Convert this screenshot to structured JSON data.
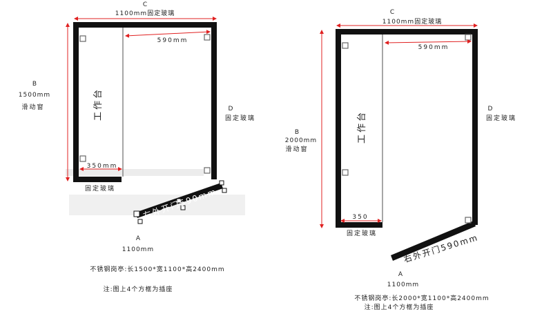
{
  "colors": {
    "wall": "#111111",
    "dimension": "#e02020",
    "glass": "#888888",
    "text": "#222222",
    "haze": "#ececec"
  },
  "left_plan": {
    "label_c": "C",
    "dim_c": "1100mm固定玻璃",
    "label_b": "B",
    "dim_b": "1500mm",
    "b_desc": "滑动窗",
    "label_d": "D",
    "d_desc": "固定玻璃",
    "dim_inner": "590mm",
    "workbench": "工作台",
    "dim_bench": "350mm",
    "fixed_glass_bottom": "固定玻璃",
    "door": "右外开门590mm",
    "label_a": "A",
    "dim_a": "1100mm",
    "spec": "不锈钢岗亭:长1500*宽1100*高2400mm",
    "note": "注:图上4个方框为插座"
  },
  "right_plan": {
    "label_c": "C",
    "dim_c": "1100mm固定玻璃",
    "label_b": "B",
    "dim_b": "2000mm",
    "b_desc": "滑动窗",
    "label_d": "D",
    "d_desc": "固定玻璃",
    "dim_inner": "590mm",
    "workbench": "工作台",
    "dim_bench": "350",
    "fixed_glass_bottom": "固定玻璃",
    "door": "右外开门590mm",
    "label_a": "A",
    "dim_a": "1100mm",
    "spec": "不锈钢岗亭:长2000*宽1100*高2400mm",
    "note": "注:图上4个方框为插座"
  }
}
